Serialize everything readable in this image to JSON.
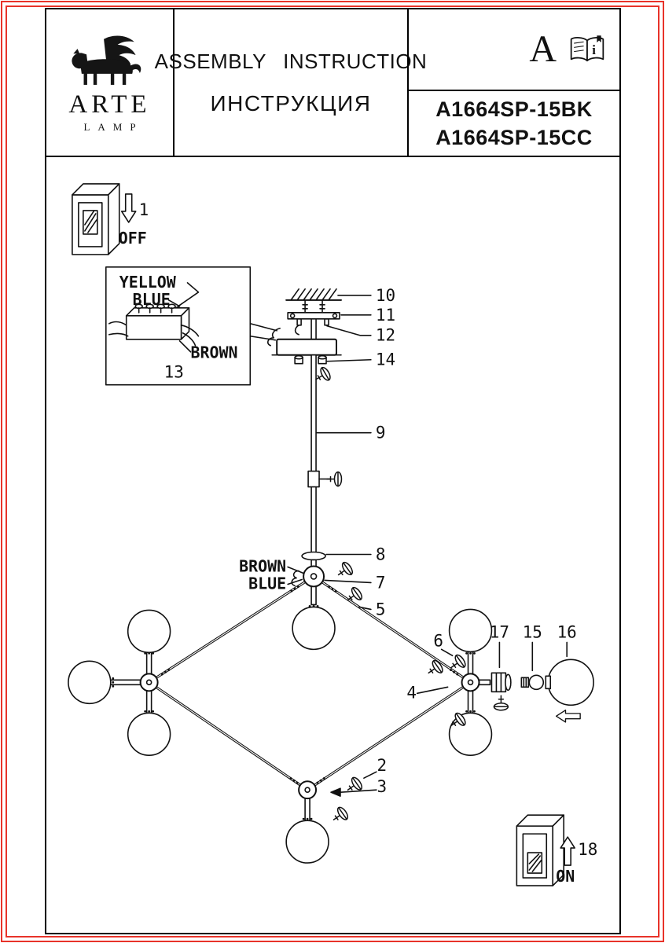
{
  "colors": {
    "border_red": "#e8332a",
    "ink": "#111111"
  },
  "header": {
    "brand_name": "ARTE",
    "brand_sub": "LAMP",
    "title_en": "ASSEMBLY INSTRUCTION",
    "title_ru": "ИНСТРУКЦИЯ",
    "section_letter": "A",
    "info_glyph": "i",
    "model_1": "A1664SP-15BK",
    "model_2": "A1664SP-15CC"
  },
  "diagram": {
    "switch_off_label": "OFF",
    "switch_on_label": "ON",
    "wires": {
      "yellow": "YELLOW",
      "blue": "BLUE",
      "brown": "BROWN"
    },
    "hub_wires": {
      "brown": "BROWN",
      "blue": "BLUE"
    },
    "callouts": {
      "c1": "1",
      "c2": "2",
      "c3": "3",
      "c4": "4",
      "c5": "5",
      "c6": "6",
      "c7": "7",
      "c8": "8",
      "c9": "9",
      "c10": "10",
      "c11": "11",
      "c12": "12",
      "c13": "13",
      "c14": "14",
      "c15": "15",
      "c16": "16",
      "c17": "17",
      "c18": "18"
    }
  }
}
